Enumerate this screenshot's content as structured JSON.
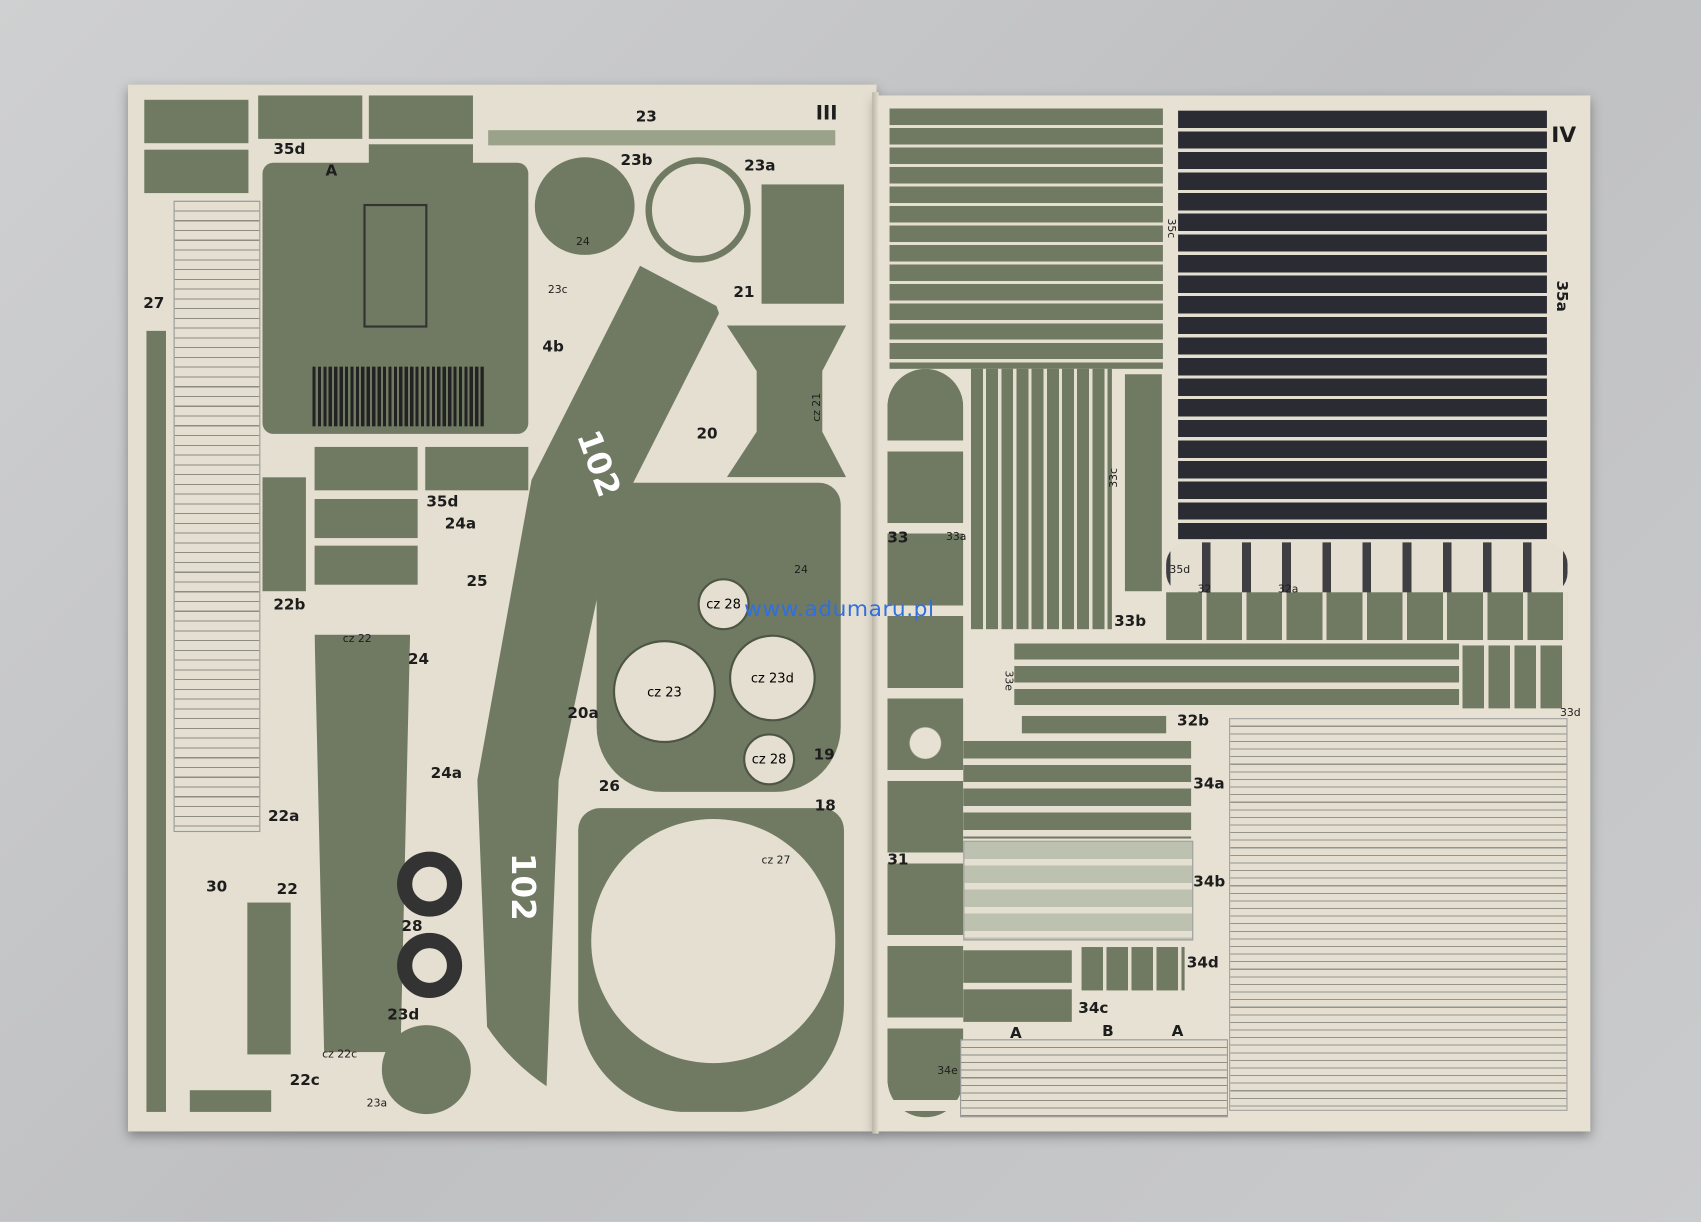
{
  "pages": {
    "left_number": "III",
    "right_number": "IV"
  },
  "watermark": "www.adumaru.pl",
  "left_labels": {
    "p23": "23",
    "p35d": "35d",
    "pA": "A",
    "p23b": "23b",
    "p23a": "23a",
    "p24": "24",
    "p23c": "23c",
    "p4b": "4b",
    "p21": "21",
    "p27": "27",
    "p20": "20",
    "pcz21": "cz 21",
    "p102": "102",
    "p35d2": "35d",
    "p24a": "24a",
    "p25": "25",
    "p22b": "22b",
    "pcz22": "cz 22",
    "p24b": "24",
    "p24c": "24",
    "pcz28": "cz 28",
    "pcz23": "cz 23",
    "pcz23d": "cz 23d",
    "pcz28b": "cz 28",
    "p19": "19",
    "p20a": "20a",
    "p24a2": "24a",
    "p26": "26",
    "p18": "18",
    "pcz27": "cz 27",
    "p22a": "22a",
    "p30": "30",
    "p22": "22",
    "p28": "28",
    "p1022": "102",
    "p23d": "23d",
    "pcz22c": "cz 22c",
    "p22c": "22c",
    "p23a2": "23a"
  },
  "right_labels": {
    "p35c": "35c",
    "p35a": "35a",
    "p33c": "33c",
    "p33": "33",
    "p33a": "33a",
    "p33b": "33b",
    "p35d": "35d",
    "p32": "32",
    "p32a": "32a",
    "p33e": "33e",
    "p33d": "33d",
    "p32b": "32b",
    "p34a": "34a",
    "p31": "31",
    "p34b": "34b",
    "p34d": "34d",
    "p34c": "34c",
    "p34e": "34e",
    "pA": "A",
    "pB": "B",
    "pA2": "A"
  }
}
